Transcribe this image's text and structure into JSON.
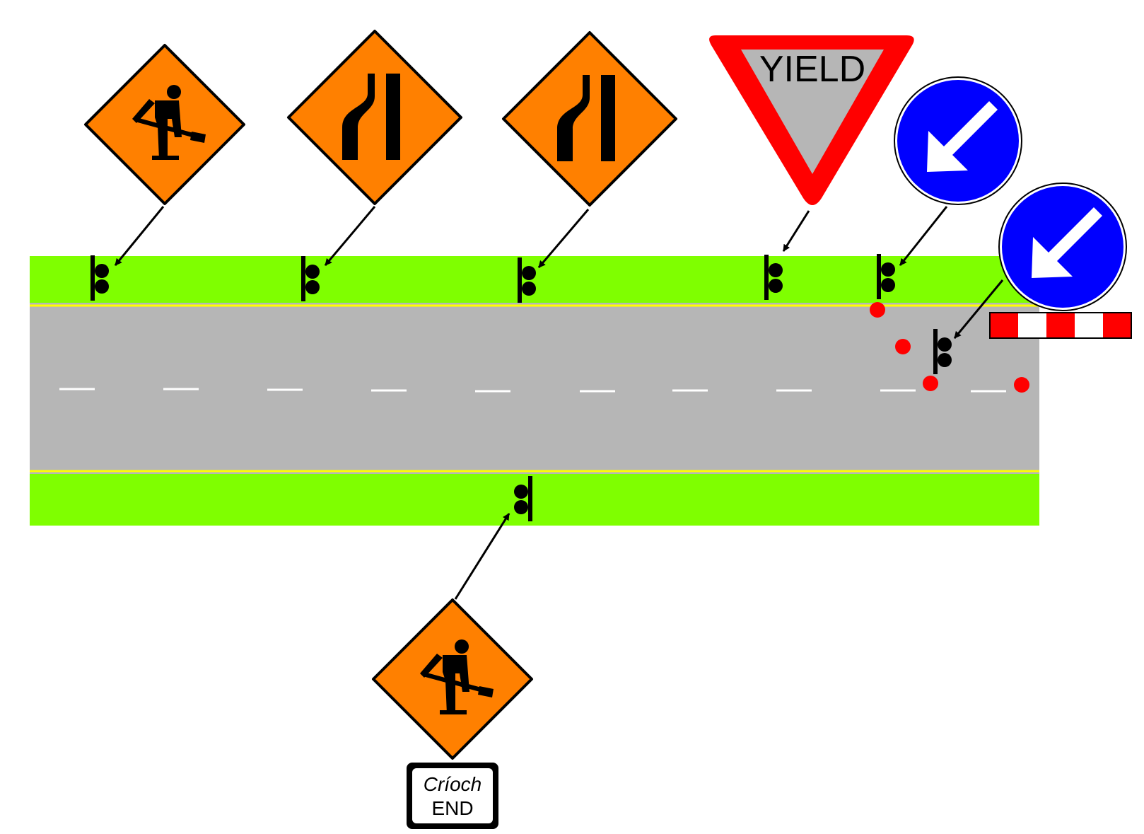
{
  "diagram": {
    "yield_text": "YIELD",
    "end_plate": {
      "irish": "Críoch",
      "english": "END"
    }
  },
  "colors": {
    "verge": "#7fff00",
    "road": "#b6b6b6",
    "edge_line": "#ffff00",
    "center_dash": "#ffffff",
    "roadworks_orange": "#ff8000",
    "yield_red": "#ff0000",
    "yield_fill": "#b6b6b6",
    "keep_left_blue": "#0000ff",
    "cone_red": "#ff0000",
    "barrier_red": "#ff0000",
    "outline": "#000000"
  },
  "signs": [
    {
      "id": "roadworks-ahead",
      "icon": "roadworks-man-digging-icon"
    },
    {
      "id": "road-narrows-left-1",
      "icon": "road-narrows-left-icon"
    },
    {
      "id": "road-narrows-left-2",
      "icon": "road-narrows-left-icon"
    },
    {
      "id": "yield",
      "icon": "yield-triangle-icon"
    },
    {
      "id": "keep-left-1",
      "icon": "keep-left-arrow-icon"
    },
    {
      "id": "keep-left-2",
      "icon": "keep-left-arrow-icon"
    },
    {
      "id": "roadworks-end",
      "icon": "roadworks-man-digging-icon"
    }
  ]
}
